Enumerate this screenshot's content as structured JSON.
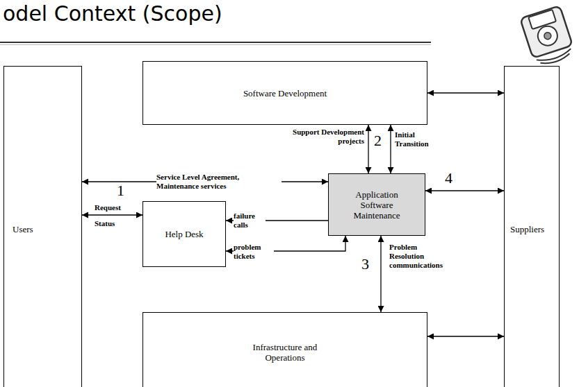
{
  "diagram": {
    "title": "odel Context (Scope)",
    "nodes": [
      {
        "text": [
          "Users"
        ]
      },
      {
        "text": [
          "Software Development"
        ]
      },
      {
        "text": [
          "Application Software Maintenance"
        ]
      },
      {
        "text": [
          "Help Desk"
        ]
      },
      {
        "text": [
          "Infrastructure and Operations"
        ]
      },
      {
        "text": [
          "Suppliers"
        ]
      }
    ],
    "edges": [
      {
        "from": 0,
        "to": 2,
        "label": "Service Level Agreement, Maintenance services",
        "arrow": "both"
      },
      {
        "from": 0,
        "to": 3,
        "label": "Request",
        "arrow": "both"
      },
      {
        "from": 1,
        "to": 5,
        "arrow": "both"
      },
      {
        "from": 2,
        "to": 1,
        "label": "Support Development projects",
        "arrow": "both"
      },
      {
        "from": 2,
        "to": 1,
        "label": "Initial Transition",
        "arrow": "both"
      },
      {
        "from": 2,
        "to": 5,
        "arrow": "both"
      },
      {
        "from": 2,
        "to": 3,
        "label": "failure calls",
        "arrow": "to"
      },
      {
        "from": 2,
        "to": 3,
        "label": "problem tickets",
        "arrow": "both"
      },
      {
        "from": 2,
        "to": 4,
        "label": "Problem Resolution communications",
        "arrow": "both"
      },
      {
        "from": 4,
        "to": 5,
        "arrow": "both"
      }
    ],
    "labels": [
      "1",
      "Status",
      "2",
      "3",
      "4"
    ]
  }
}
